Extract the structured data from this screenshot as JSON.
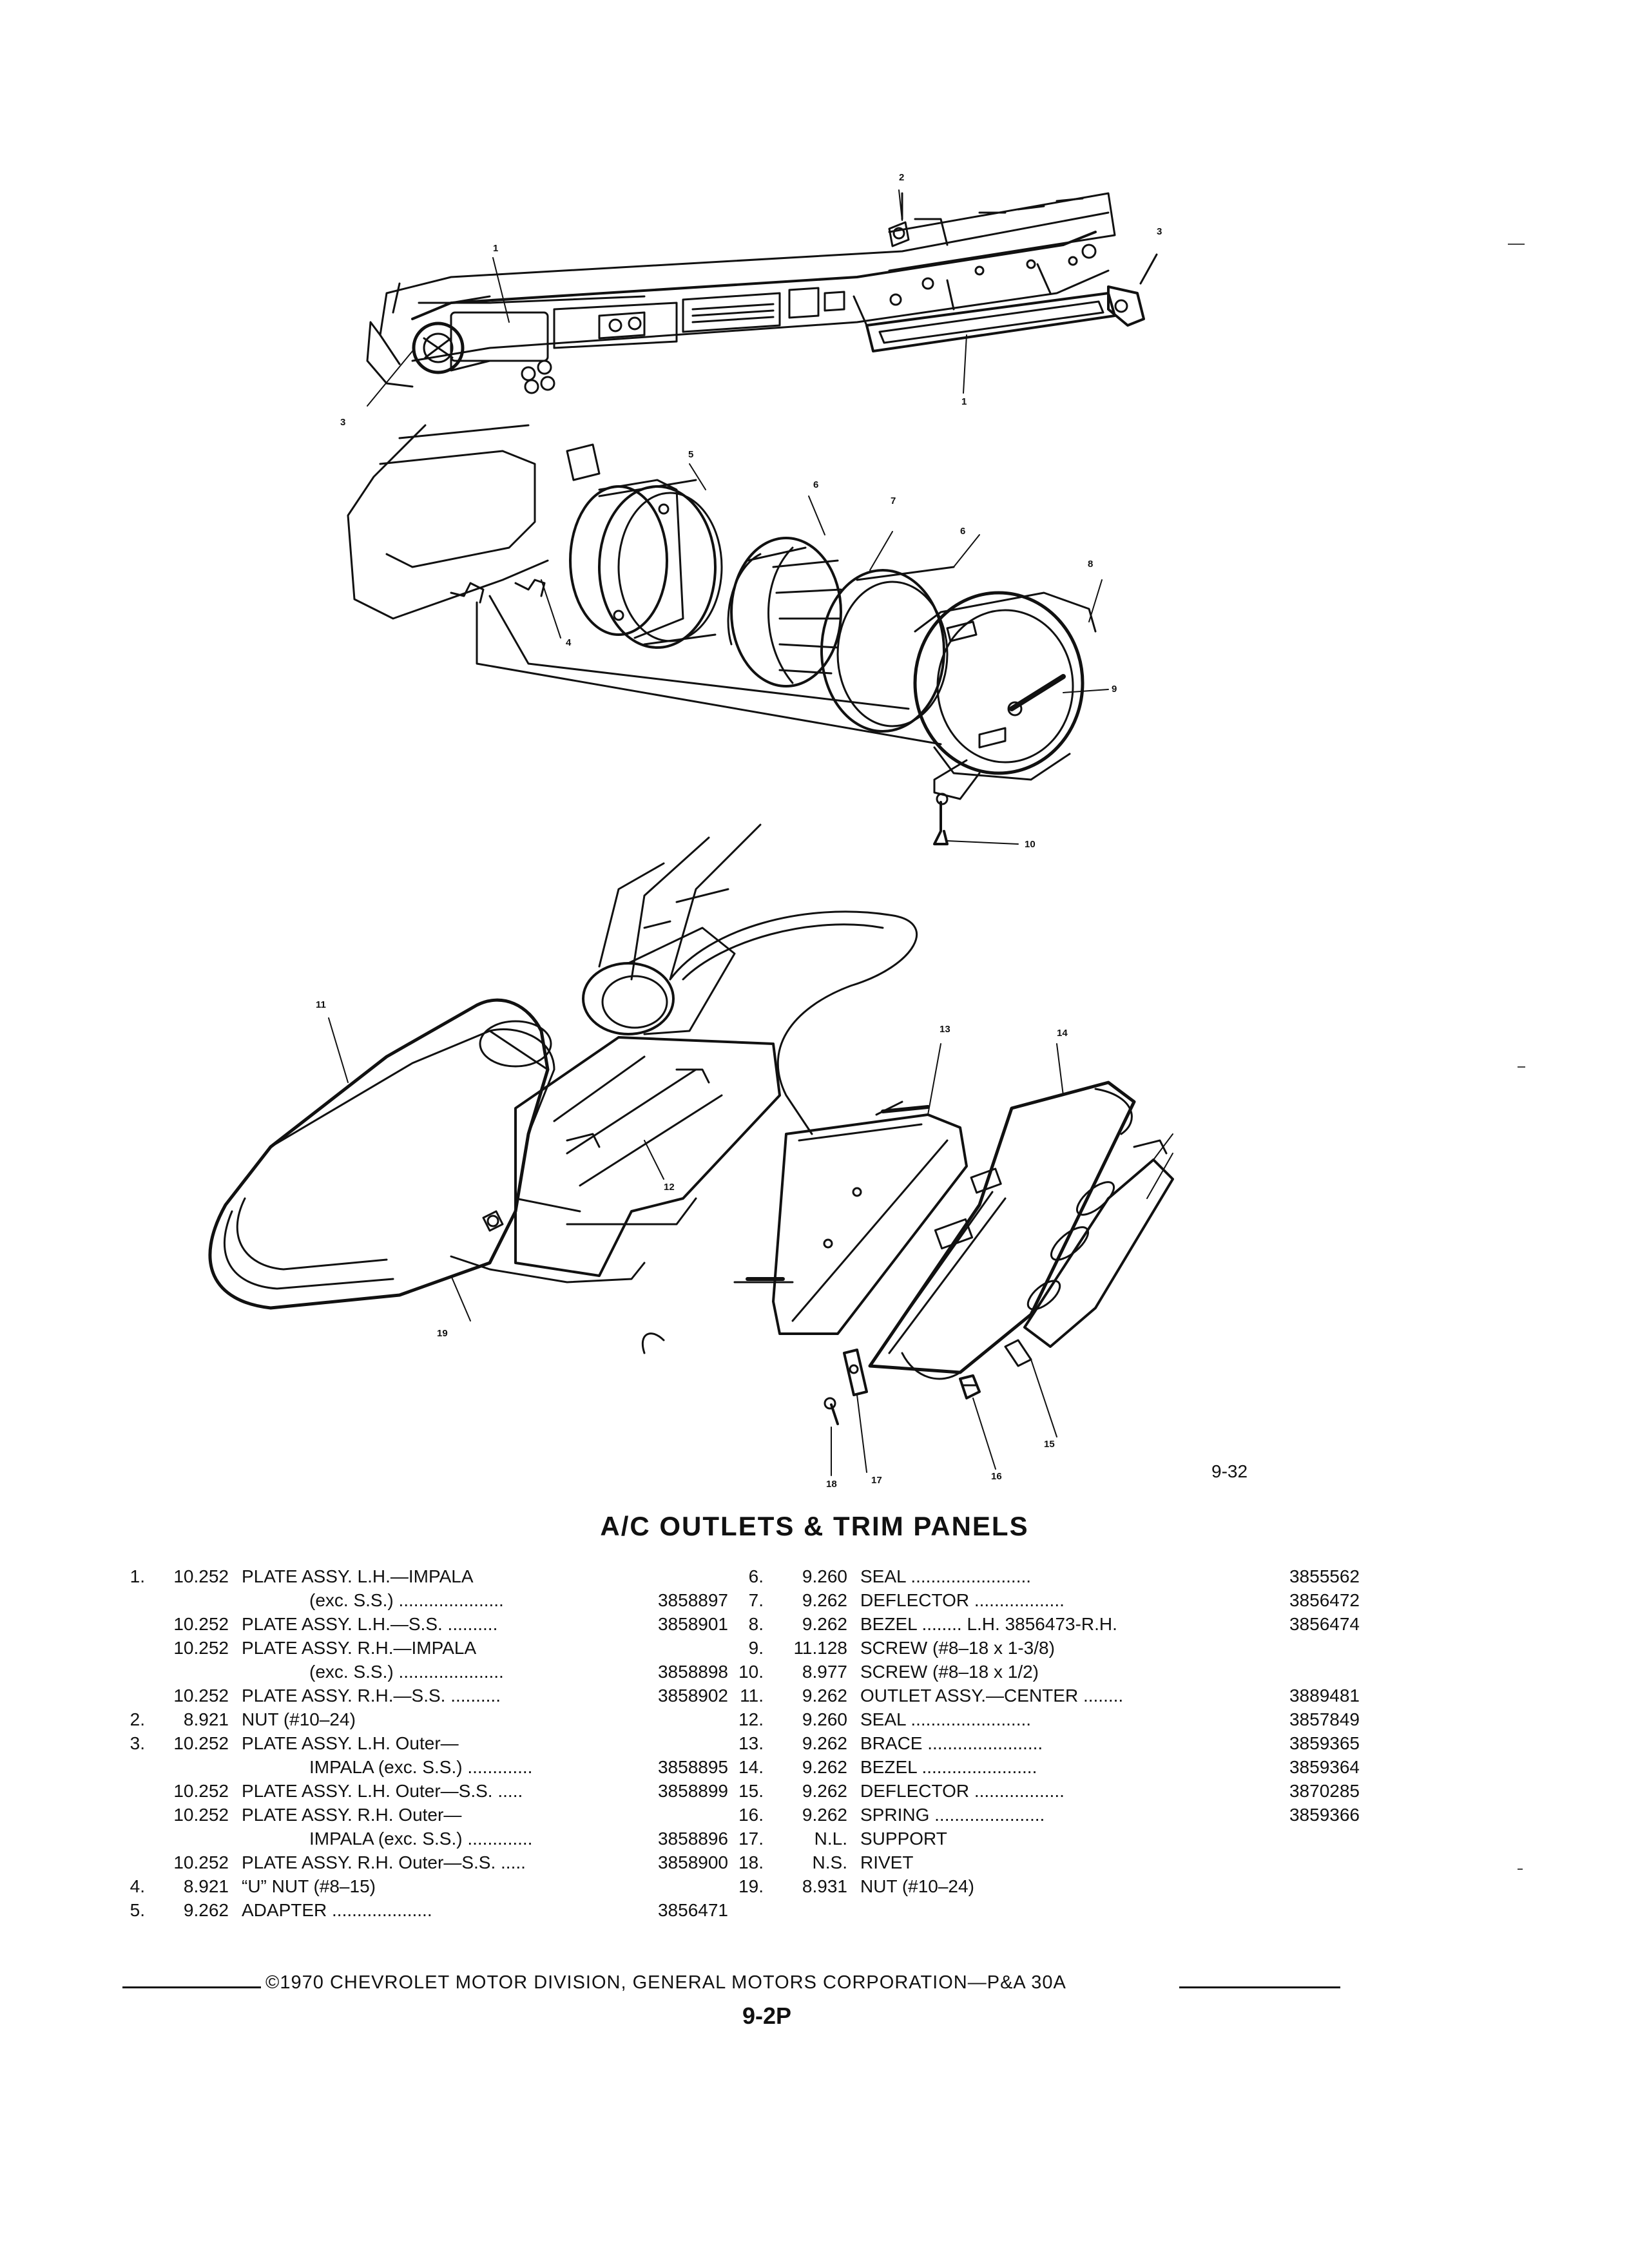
{
  "figure": {
    "number": "9-32",
    "callouts": [
      "1",
      "2",
      "3",
      "3",
      "1",
      "4",
      "5",
      "6",
      "7",
      "6",
      "8",
      "9",
      "10",
      "11",
      "12",
      "13",
      "14",
      "19",
      "18",
      "17",
      "16",
      "15"
    ]
  },
  "title": "A/C OUTLETS & TRIM PANELS",
  "parts_left": [
    {
      "num": "1.",
      "code": "10.252",
      "desc": "PLATE ASSY. L.H.—IMPALA",
      "pn": ""
    },
    {
      "num": "",
      "code": "",
      "desc": "(exc. S.S.) .....................",
      "pn": "3858897",
      "sub": true
    },
    {
      "num": "",
      "code": "10.252",
      "desc": "PLATE ASSY. L.H.—S.S. ..........",
      "pn": "3858901"
    },
    {
      "num": "",
      "code": "10.252",
      "desc": "PLATE ASSY. R.H.—IMPALA",
      "pn": ""
    },
    {
      "num": "",
      "code": "",
      "desc": "(exc. S.S.) .....................",
      "pn": "3858898",
      "sub": true
    },
    {
      "num": "",
      "code": "10.252",
      "desc": "PLATE ASSY. R.H.—S.S. ..........",
      "pn": "3858902"
    },
    {
      "num": "2.",
      "code": "8.921",
      "desc": "NUT (#10–24)",
      "pn": ""
    },
    {
      "num": "3.",
      "code": "10.252",
      "desc": "PLATE ASSY. L.H. Outer—",
      "pn": ""
    },
    {
      "num": "",
      "code": "",
      "desc": "IMPALA (exc. S.S.) .............",
      "pn": "3858895",
      "sub": true
    },
    {
      "num": "",
      "code": "10.252",
      "desc": "PLATE ASSY. L.H. Outer—S.S. .....",
      "pn": "3858899"
    },
    {
      "num": "",
      "code": "10.252",
      "desc": "PLATE ASSY. R.H. Outer—",
      "pn": ""
    },
    {
      "num": "",
      "code": "",
      "desc": "IMPALA (exc. S.S.) .............",
      "pn": "3858896",
      "sub": true
    },
    {
      "num": "",
      "code": "10.252",
      "desc": "PLATE ASSY. R.H. Outer—S.S. .....",
      "pn": "3858900"
    },
    {
      "num": "4.",
      "code": "8.921",
      "desc": "“U” NUT (#8–15)",
      "pn": ""
    },
    {
      "num": "5.",
      "code": "9.262",
      "desc": "ADAPTER ....................",
      "pn": "3856471"
    }
  ],
  "parts_right": [
    {
      "num": "6.",
      "code": "9.260",
      "desc": "SEAL ........................",
      "pn": "3855562"
    },
    {
      "num": "7.",
      "code": "9.262",
      "desc": "DEFLECTOR ..................",
      "pn": "3856472"
    },
    {
      "num": "8.",
      "code": "9.262",
      "desc": "BEZEL ........ L.H. 3856473-R.H.",
      "pn": "3856474"
    },
    {
      "num": "9.",
      "code": "11.128",
      "desc": "SCREW (#8–18 x 1-3/8)",
      "pn": ""
    },
    {
      "num": "10.",
      "code": "8.977",
      "desc": "SCREW (#8–18 x 1/2)",
      "pn": ""
    },
    {
      "num": "11.",
      "code": "9.262",
      "desc": "OUTLET ASSY.—CENTER ........",
      "pn": "3889481"
    },
    {
      "num": "12.",
      "code": "9.260",
      "desc": "SEAL ........................",
      "pn": "3857849"
    },
    {
      "num": "13.",
      "code": "9.262",
      "desc": "BRACE .......................",
      "pn": "3859365"
    },
    {
      "num": "14.",
      "code": "9.262",
      "desc": "BEZEL .......................",
      "pn": "3859364"
    },
    {
      "num": "15.",
      "code": "9.262",
      "desc": "DEFLECTOR ..................",
      "pn": "3870285"
    },
    {
      "num": "16.",
      "code": "9.262",
      "desc": "SPRING ......................",
      "pn": "3859366"
    },
    {
      "num": "17.",
      "code": "N.L.",
      "desc": "SUPPORT",
      "pn": ""
    },
    {
      "num": "18.",
      "code": "N.S.",
      "desc": "RIVET",
      "pn": ""
    },
    {
      "num": "19.",
      "code": "8.931",
      "desc": "NUT (#10–24)",
      "pn": ""
    }
  ],
  "footer": {
    "text": "©1970 CHEVROLET MOTOR DIVISION, GENERAL MOTORS CORPORATION—P&A 30A",
    "page_number": "9-2P"
  }
}
